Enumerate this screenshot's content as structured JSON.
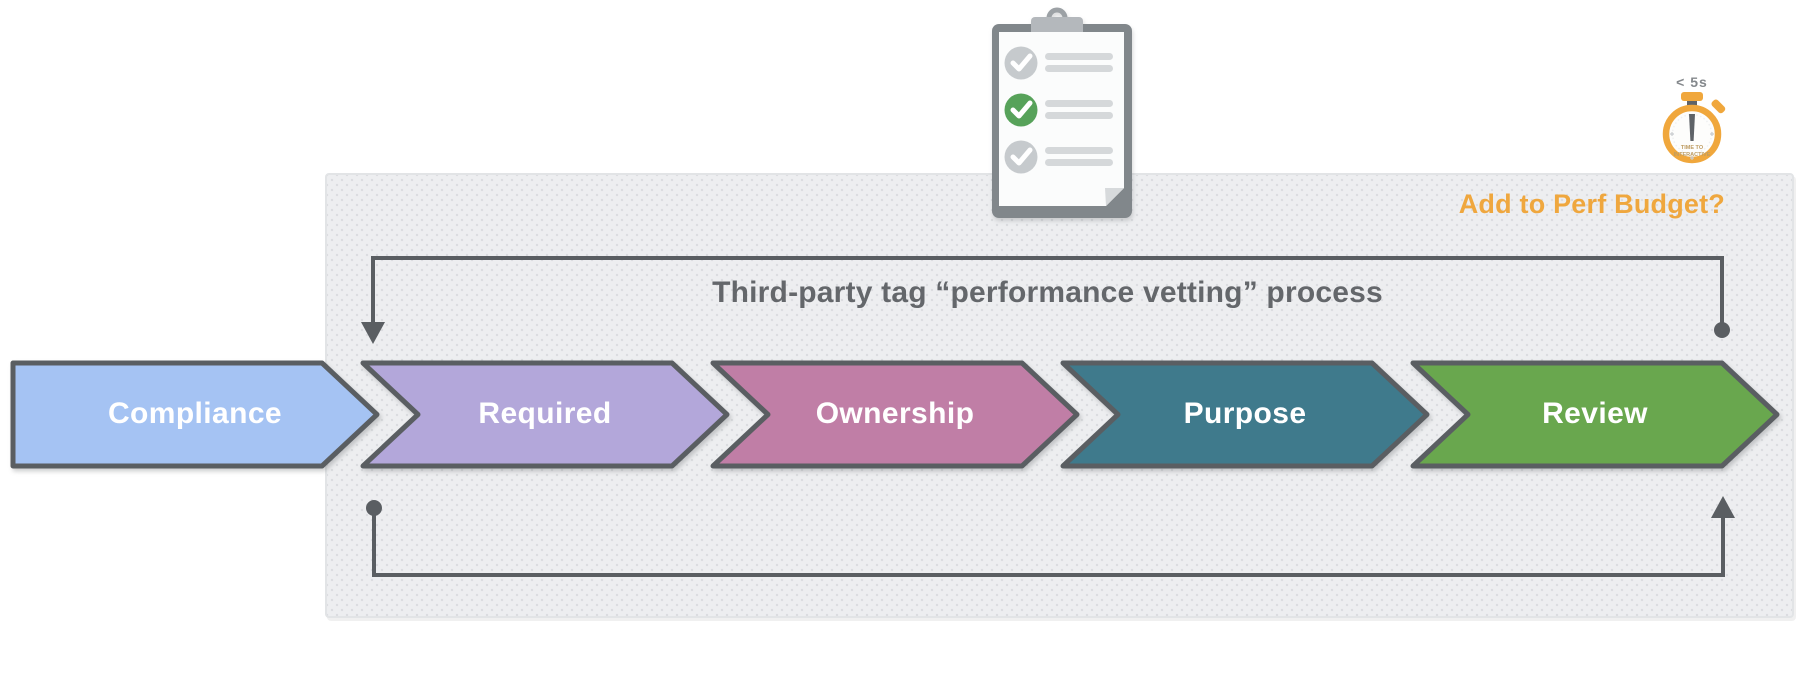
{
  "diagram": {
    "title": "Third-party tag “performance vetting” process",
    "perf_budget_question": "Add to Perf Budget?"
  },
  "stages": [
    {
      "label": "Compliance",
      "color": "#A5C3F3"
    },
    {
      "label": "Required",
      "color": "#B3A7DA"
    },
    {
      "label": "Ownership",
      "color": "#C07EA6"
    },
    {
      "label": "Purpose",
      "color": "#3F7A8C"
    },
    {
      "label": "Review",
      "color": "#69A74E"
    }
  ],
  "stopwatch": {
    "time_label": "< 5s",
    "metric_label_line1": "TIME TO",
    "metric_label_line2": "INTERACTIVE",
    "color": "#F0A73C"
  },
  "clipboard": {
    "checklist": [
      {
        "state": "unchecked",
        "color": "#C6CACD"
      },
      {
        "state": "checked",
        "color": "#57A25A"
      },
      {
        "state": "unchecked",
        "color": "#C6CACD"
      }
    ]
  },
  "colors": {
    "outline": "#5A5E62",
    "panel_bg": "#EDEEF0",
    "title_text": "#64676B",
    "accent_orange": "#EFA73E"
  }
}
